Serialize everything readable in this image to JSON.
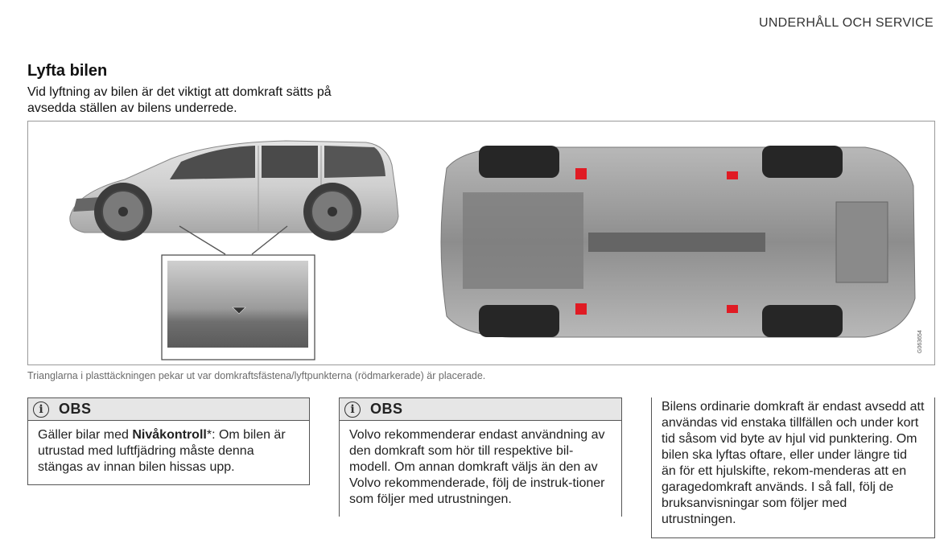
{
  "header": {
    "running_title": "UNDERHÅLL OCH SERVICE"
  },
  "section": {
    "title": "Lyfta bilen",
    "intro": "Vid lyftning av bilen är det viktigt att domkraft sätts på avsedda ställen av bilens underrede."
  },
  "figure": {
    "image_code": "G063654",
    "caption": "Trianglarna i plasttäckningen pekar ut var domkraftsfästena/lyftpunkterna (rödmarkerade) är placerade.",
    "marker_color": "#e01b24"
  },
  "notes": [
    {
      "label": "OBS",
      "body_prefix": "Gäller bilar med ",
      "body_bold": "Nivåkontroll",
      "body_suffix": "*: Om bilen är utrustad med luftfjädring måste denna stängas av innan bilen hissas upp."
    },
    {
      "label": "OBS",
      "body": "Volvo rekommenderar endast användning av den domkraft som hör till respektive bil-modell. Om annan domkraft väljs än den av Volvo rekommenderade, följ de instruk-tioner som följer med utrustningen."
    }
  ],
  "info_text": "Bilens ordinarie domkraft är endast avsedd att användas vid enstaka tillfällen och under kort tid såsom vid byte av hjul vid punktering. Om bilen ska lyftas oftare, eller under längre tid än för ett hjulskifte, rekom-menderas att en garagedomkraft används. I så fall, följ de bruksanvisningar som följer med utrustningen."
}
